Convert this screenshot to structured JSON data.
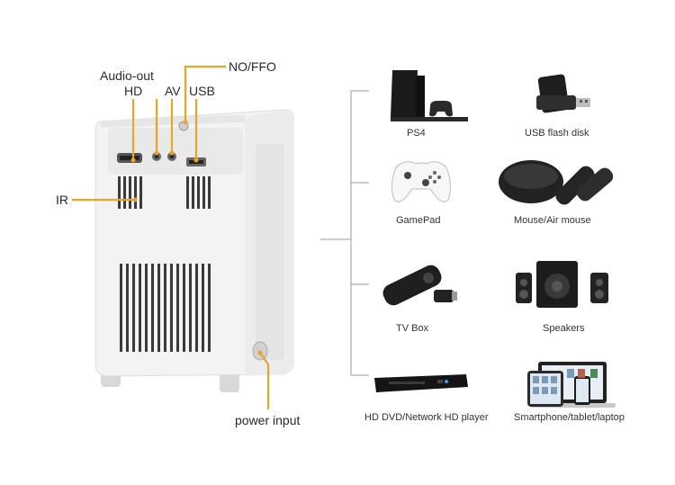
{
  "projector": {
    "ports": {
      "audio_out_line1": "Audio-out",
      "audio_out_line2": "HD",
      "av": "AV",
      "usb": "USB",
      "nofo": "NO/FFO",
      "ir": "IR",
      "power": "power input"
    }
  },
  "devices": [
    {
      "id": "ps4",
      "label": "PS4",
      "icon": "game-console-icon"
    },
    {
      "id": "usb",
      "label": "USB flash disk",
      "icon": "usb-drive-icon"
    },
    {
      "id": "gamepad",
      "label": "GamePad",
      "icon": "gamepad-icon"
    },
    {
      "id": "mouse",
      "label": "Mouse/Air mouse",
      "icon": "mouse-icon"
    },
    {
      "id": "tvbox",
      "label": "TV Box",
      "icon": "tv-box-icon"
    },
    {
      "id": "speakers",
      "label": "Speakers",
      "icon": "speakers-icon"
    },
    {
      "id": "dvd",
      "label": "HD DVD/Network HD player",
      "icon": "dvd-player-icon"
    },
    {
      "id": "screens",
      "label": "Smartphone/tablet/laptop",
      "icon": "devices-icon"
    }
  ],
  "colors": {
    "accent": "#e8a52a",
    "connector": "#9a9a9a",
    "projector_body": "#f1f1f1"
  }
}
